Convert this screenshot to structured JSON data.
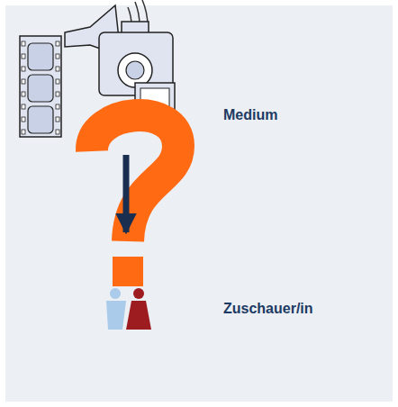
{
  "diagram": {
    "nodes": [
      {
        "text": [
          "Medium"
        ]
      },
      {
        "text": [
          "Zuschauer/in"
        ]
      }
    ],
    "edges": [
      {
        "from": 0,
        "to": 1,
        "arrow": "to"
      }
    ]
  }
}
